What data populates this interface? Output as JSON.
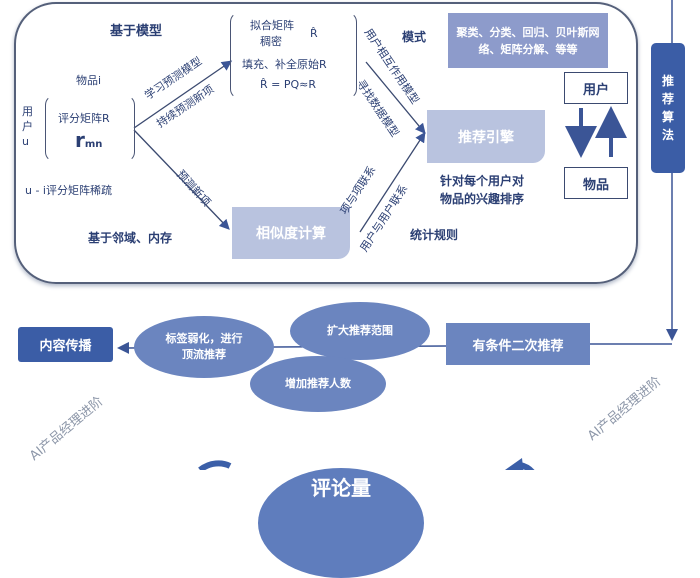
{
  "model_based": {
    "title": "基于模型",
    "item_label": "物品i",
    "user_label": "用户u",
    "matrix_title": "评分矩阵R",
    "matrix_symbol": "r",
    "matrix_sub": "mn",
    "sparse_note": "u - i评分矩阵稀疏",
    "neighborhood_label": "基于邻域、内存",
    "fit_lines": [
      "拟合矩阵",
      "稠密",
      "R̂",
      "填充、补全原始R",
      "R̂ = PQ≈R"
    ],
    "arrow_learn": "学习预测模型",
    "arrow_continue": "持续预测新项",
    "arrow_predict": "预测新项",
    "similarity_box": "相似度计算"
  },
  "engine": {
    "mode_label": "模式",
    "methods_box": "聚类、分类、回归、贝叶斯网络、矩阵分解、等等",
    "engine_box": "推荐引擎",
    "interaction_model": "用户相互作用模型",
    "find_data_model": "寻找数据模型",
    "item_item": "项与项联系",
    "user_user": "用户与用户联系",
    "ranking_note_1": "针对每个用户对",
    "ranking_note_2": "物品的兴趣排序",
    "stat_rules": "统计规则",
    "user_box": "用户",
    "item_box": "物品"
  },
  "side_box": "推荐算法",
  "flow": {
    "secondary": "有条件二次推荐",
    "expand": "扩大推荐范围",
    "weaken": "标签弱化，进行顶流推荐",
    "increase": "增加推荐人数",
    "spread": "内容传播"
  },
  "bottom": {
    "comments": "评论量"
  },
  "watermark": "AI产品经理进阶",
  "colors": {
    "dark": "#3b5da6",
    "mid": "#6b85bf",
    "light": "#b9c3df",
    "methods": "#8d9bcb"
  }
}
